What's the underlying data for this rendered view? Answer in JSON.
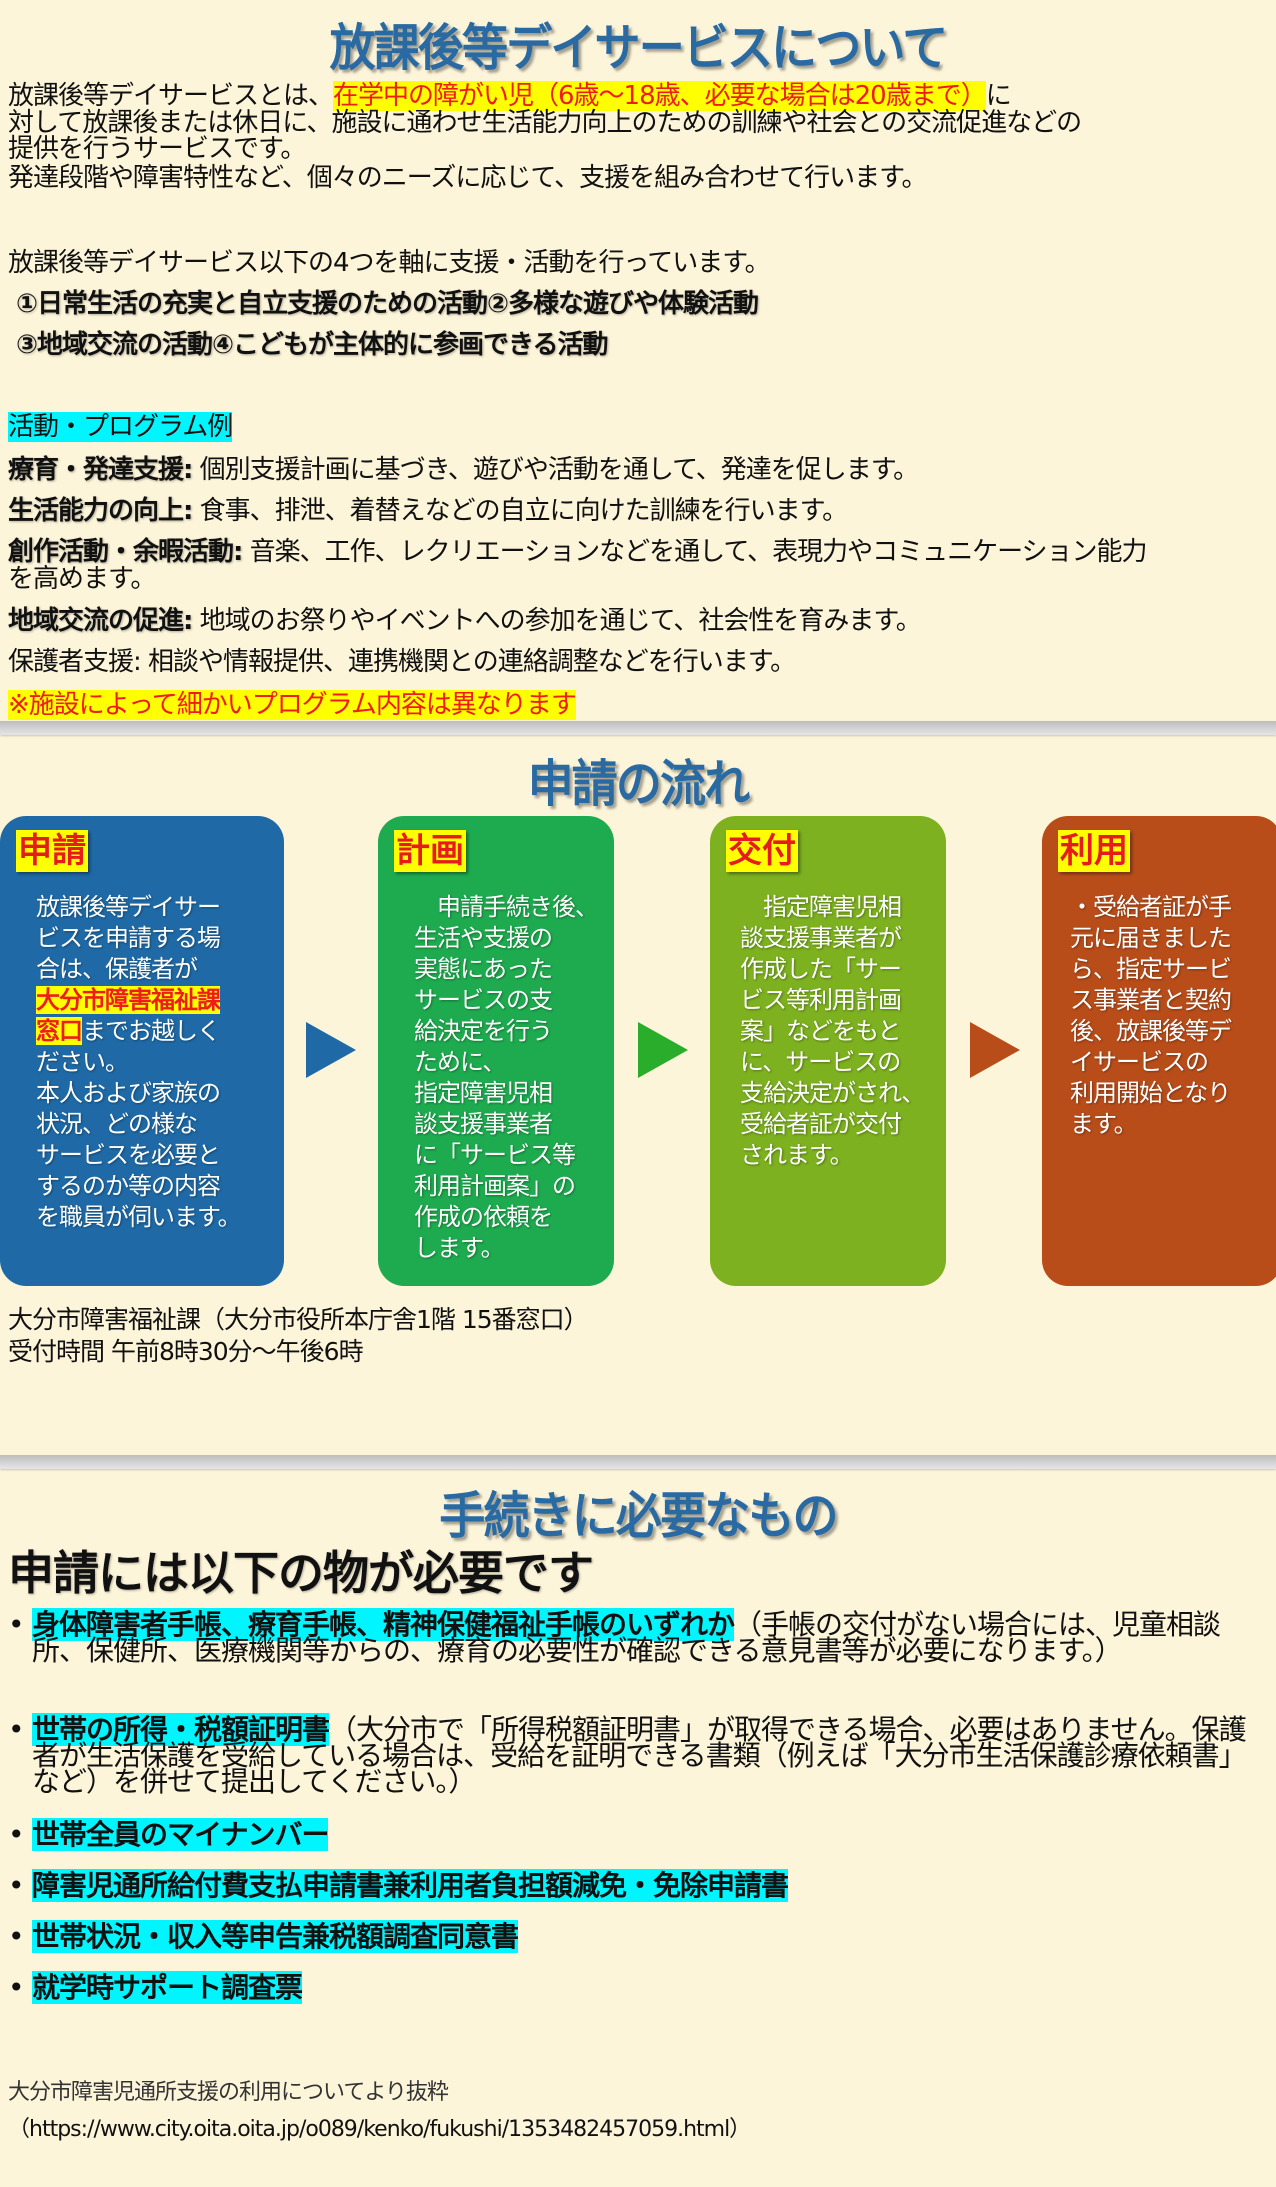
{
  "section1": {
    "title": "放課後等デイサービスについて",
    "intro_line1_a": "放課後等デイサービスとは、",
    "intro_line1_hl": "在学中の障がい児（6歳～18歳、必要な場合は20歳まで）",
    "intro_line1_b": "に",
    "intro_line2": "対して放課後または休日に、施設に通わせ生活能力向上のための訓練や社会との交流促進などの",
    "intro_line3": "提供を行うサービスです。",
    "intro_line4": "発達段階や障害特性など、個々のニーズに応じて、支援を組み合わせて行います。",
    "axis_intro": "放課後等デイサービス以下の4つを軸に支援・活動を行っています。",
    "axis_line1": "①日常生活の充実と自立支援のための活動②多様な遊びや体験活動",
    "axis_line2": "③地域交流の活動④こどもが主体的に参画できる活動",
    "programs_heading": "活動・プログラム例",
    "programs": [
      {
        "label": "療育・発達支援:",
        "text": " 個別支援計画に基づき、遊びや活動を通して、発達を促します。"
      },
      {
        "label": "生活能力の向上:",
        "text": " 食事、排泄、着替えなどの自立に向けた訓練を行います。"
      },
      {
        "label": "創作活動・余暇活動:",
        "text": " 音楽、工作、レクリエーションなどを通して、表現力やコミュニケーション能力",
        "text2": "を高めます。"
      },
      {
        "label": "地域交流の促進:",
        "text": " 地域のお祭りやイベントへの参加を通じて、社会性を育みます。"
      },
      {
        "label": "保護者支援:",
        "text": " 相談や情報提供、連携機関との連絡調整などを行います。"
      }
    ],
    "note": "※施設によって細かいプログラム内容は異なります"
  },
  "section2": {
    "title": "申請の流れ",
    "steps": [
      {
        "label": "申請",
        "text_a": "放課後等デイサー\nビスを申請する場\n合は、保護者が\n",
        "text_hl": "大分市障害福祉課\n窓口",
        "text_b": "までお越しく\nださい。\n本人および家族の\n状況、どの様な\nサービスを必要と\nするのか等の内容\nを職員が伺います。",
        "color": "#1f6aa6"
      },
      {
        "label": "計画",
        "text_a": "　申請手続き後、\n生活や支援の\n実態にあった\nサービスの支\n給決定を行う\nために、\n指定障害児相\n談支援事業者\nに「サービス等\n利用計画案」の\n作成の依頼を\nします。",
        "color": "#1eab4f"
      },
      {
        "label": "交付",
        "text_a": "　指定障害児相\n談支援事業者が\n作成した「サー\nビス等利用計画\n案」などをもと\nに、サービスの\n支給決定がされ、\n受給者証が交付\nされます。",
        "color": "#7db11f"
      },
      {
        "label": "利用",
        "text_a": "・受給者証が手\n元に届きました\nら、指定サービ\nス事業者と契約\n後、放課後等デ\nイサービスの\n利用開始となり\nます。",
        "color": "#b84d1a"
      }
    ],
    "arrow_colors": [
      "#1f6aa6",
      "#2aad2a",
      "#b84d1a"
    ],
    "office": "大分市障害福祉課（大分市役所本庁舎1階 15番窓口）",
    "hours": "受付時間 午前8時30分～午後6時"
  },
  "section3": {
    "title": "手続きに必要なもの",
    "subtitle": "申請には以下の物が必要です",
    "items": [
      {
        "hl": "身体障害者手帳、療育手帳、精神保健福祉手帳のいずれか",
        "text": "（手帳の交付がない場合には、児童相談所、保健所、医療機関等からの、療育の必要性が確認できる意見書等が必要になります。）"
      },
      {
        "hl": "世帯の所得・税額証明書",
        "text": "（大分市で「所得税額証明書」が取得できる場合、必要はありません。保護者が生活保護を受給している場合は、受給を証明できる書類（例えば「大分市生活保護診療依頼書」など）を併せて提出してください。）"
      },
      {
        "hl": "世帯全員のマイナンバー",
        "text": ""
      },
      {
        "hl": "障害児通所給付費支払申請書兼利用者負担額減免・免除申請書",
        "text": ""
      },
      {
        "hl": "世帯状況・収入等申告兼税額調査同意書",
        "text": ""
      },
      {
        "hl": "就学時サポート調査票",
        "text": ""
      }
    ],
    "bullet": "•"
  },
  "citation": {
    "source": "大分市障害児通所支援の利用についてより抜粋",
    "url": "（https://www.city.oita.oita.jp/o089/kenko/fukushi/1353482457059.html）"
  }
}
